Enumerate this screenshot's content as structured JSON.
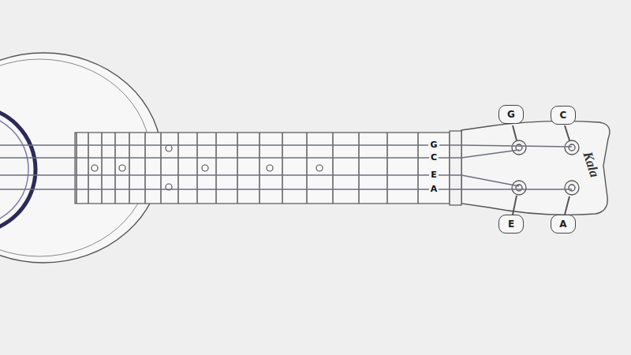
{
  "diagram": {
    "nodes": [
      {
        "text": [
          "G"
        ]
      },
      {
        "text": [
          "C"
        ]
      },
      {
        "text": [
          "E"
        ]
      },
      {
        "text": [
          "A"
        ]
      }
    ],
    "labels": [
      "G",
      "C",
      "E",
      "A",
      "Kala"
    ]
  }
}
